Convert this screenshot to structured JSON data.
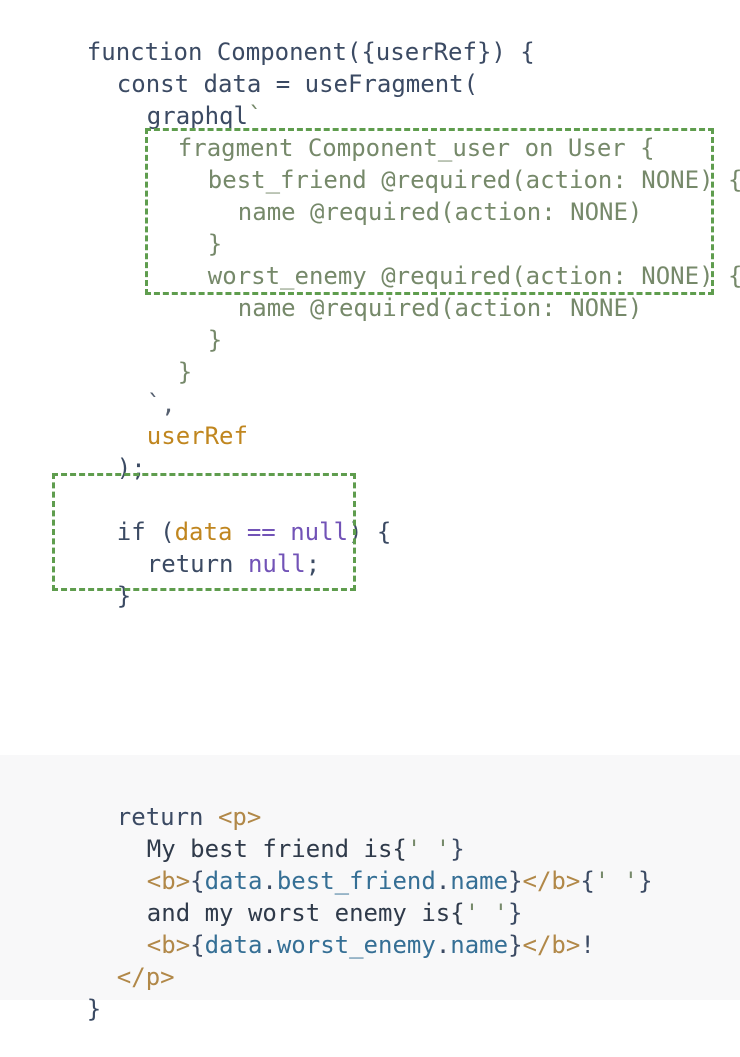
{
  "code_top": {
    "l1": {
      "a": "function",
      "b": "Component",
      "c": "({",
      "d": "userRef",
      "e": "}) {"
    },
    "l2": {
      "a": "const",
      "b": "data",
      "c": "=",
      "d": "useFragment",
      "e": "("
    },
    "l3": {
      "a": "graphql",
      "b": "`"
    },
    "l4": {
      "a": "fragment Component_user on User {"
    },
    "l5": {
      "a": "best_friend @required(action: NONE) {"
    },
    "l6": {
      "a": "name @required(action: NONE)"
    },
    "l7": {
      "a": "}"
    },
    "l8": {
      "a": "worst_enemy @required(action: NONE) {"
    },
    "l9": {
      "a": "name @required(action: NONE)"
    },
    "l10": {
      "a": "}"
    },
    "l11": {
      "a": "}"
    },
    "l12": {
      "a": "`,"
    },
    "l13": {
      "a": "userRef"
    },
    "l14": {
      "a": ");"
    },
    "l15": {
      "a": "if",
      "b": "(",
      "c": "data",
      "d": "==",
      "e": "null",
      "f": ") {"
    },
    "l16": {
      "a": "return",
      "b": "null",
      "c": ";"
    },
    "l17": {
      "a": "}"
    }
  },
  "code_bottom": {
    "l1": {
      "a": "return",
      "b": "<p>"
    },
    "l2": {
      "a": "My best friend is{",
      "b": "' '",
      "c": "}"
    },
    "l3": {
      "a": "<b>",
      "b": "{",
      "c": "data",
      "d": ".",
      "e": "best_friend",
      "f": ".",
      "g": "name",
      "h": "}",
      "i": "</b>",
      "j": "{",
      "k": "' '",
      "l": "}"
    },
    "l4": {
      "a": "and my worst enemy is{",
      "b": "' '",
      "c": "}"
    },
    "l5": {
      "a": "<b>",
      "b": "{",
      "c": "data",
      "d": ".",
      "e": "worst_enemy",
      "f": ".",
      "g": "name",
      "h": "}",
      "i": "</b>",
      "j": "!"
    },
    "l6": {
      "a": "</p>"
    },
    "l7": {
      "a": "}"
    }
  },
  "colors": {
    "keyword": "#3b4a63",
    "variable": "#c0861f",
    "graphql": "#76896a",
    "null": "#7253b7",
    "jsx_tag": "#b18848",
    "property": "#356f95",
    "dashed_box": "#5f9d4e"
  }
}
